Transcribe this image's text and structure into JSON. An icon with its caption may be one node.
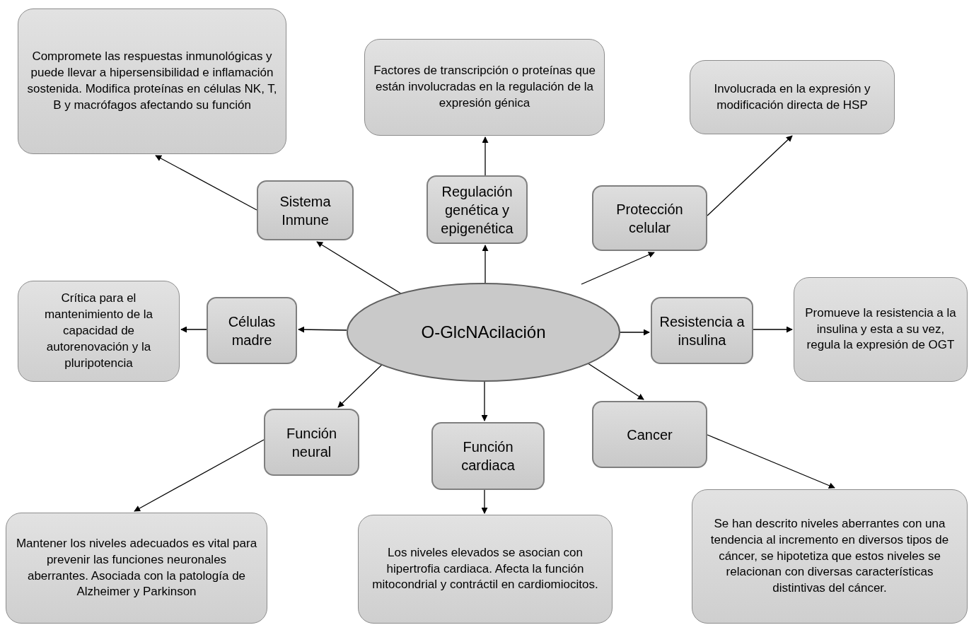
{
  "diagram": {
    "nodes": [
      {
        "text": [
          "Compromete las respuestas inmunológicas y puede llevar a hipersensibilidad e inflamación sostenida. Modifica proteínas en células NK, T, B y macrófagos afectando su función"
        ]
      },
      {
        "text": [
          "Factores de transcripción o proteínas que están involucradas en la regulación de la expresión génica"
        ]
      },
      {
        "text": [
          "Involucrada en la expresión y modificación directa de HSP"
        ]
      },
      {
        "text": [
          "Sistema Inmune"
        ]
      },
      {
        "text": [
          "Regulación genética y epigenética"
        ]
      },
      {
        "text": [
          "Protección celular"
        ]
      },
      {
        "text": [
          "Crítica para el mantenimiento de la capacidad de autorenovación y la pluripotencia"
        ]
      },
      {
        "text": [
          "Células madre"
        ]
      },
      {
        "text": [
          "O-GlcNAcilación"
        ]
      },
      {
        "text": [
          "Resistencia a insulina"
        ]
      },
      {
        "text": [
          "Promueve la resistencia a la insulina y esta a su vez, regula la expresión de OGT"
        ]
      },
      {
        "text": [
          "Función neural"
        ]
      },
      {
        "text": [
          "Función cardiaca"
        ]
      },
      {
        "text": [
          "Cancer"
        ]
      },
      {
        "text": [
          "Mantener los niveles adecuados es vital para prevenir las funciones neuronales aberrantes. Asociada con la patología de Alzheimer y Parkinson"
        ]
      },
      {
        "text": [
          "Los niveles elevados se asocian con hipertrofia cardiaca. Afecta la función mitocondrial y contráctil en cardiomiocitos."
        ]
      },
      {
        "text": [
          "Se han descrito niveles aberrantes con una tendencia al incremento en diversos tipos de cáncer, se hipotetiza que estos niveles se relacionan con diversas características distintivas del cáncer."
        ]
      }
    ],
    "edges": [
      {
        "from": 8,
        "to": 3,
        "arrow": "to"
      },
      {
        "from": 3,
        "to": 0,
        "arrow": "to"
      },
      {
        "from": 8,
        "to": 4,
        "arrow": "to"
      },
      {
        "from": 4,
        "to": 1,
        "arrow": "to"
      },
      {
        "from": 8,
        "to": 5,
        "arrow": "to"
      },
      {
        "from": 5,
        "to": 2,
        "arrow": "to"
      },
      {
        "from": 8,
        "to": 7,
        "arrow": "to"
      },
      {
        "from": 7,
        "to": 6,
        "arrow": "to"
      },
      {
        "from": 8,
        "to": 9,
        "arrow": "to"
      },
      {
        "from": 9,
        "to": 10,
        "arrow": "to"
      },
      {
        "from": 8,
        "to": 11,
        "arrow": "to"
      },
      {
        "from": 11,
        "to": 14,
        "arrow": "to"
      },
      {
        "from": 8,
        "to": 12,
        "arrow": "to"
      },
      {
        "from": 12,
        "to": 15,
        "arrow": "to"
      },
      {
        "from": 8,
        "to": 13,
        "arrow": "to"
      },
      {
        "from": 13,
        "to": 16,
        "arrow": "to"
      }
    ]
  }
}
